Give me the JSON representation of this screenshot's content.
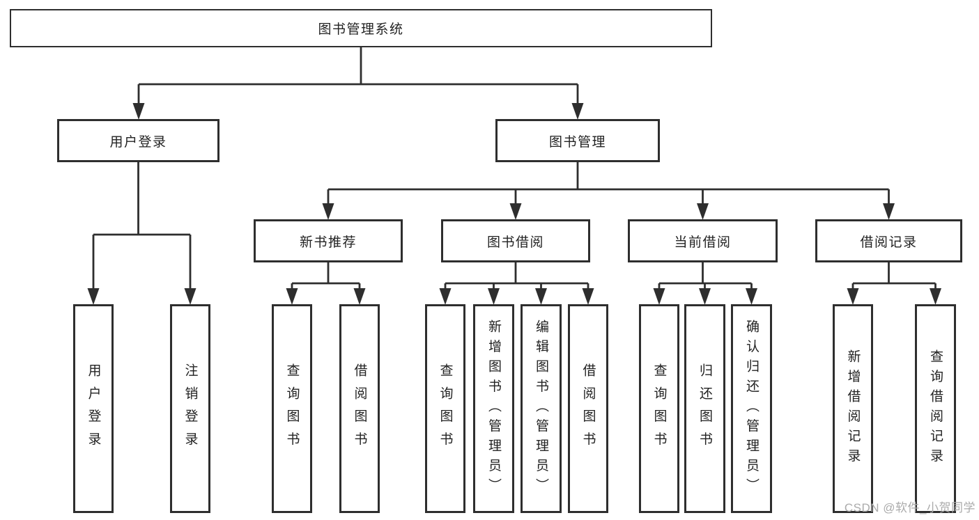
{
  "diagram": {
    "root": {
      "label": "图书管理系统"
    },
    "branches": [
      {
        "label": "用户登录",
        "children": [
          {
            "label": "用户登录"
          },
          {
            "label": "注销登录"
          }
        ]
      },
      {
        "label": "图书管理",
        "children": [
          {
            "label": "新书推荐",
            "children": [
              {
                "label": "查询图书"
              },
              {
                "label": "借阅图书"
              }
            ]
          },
          {
            "label": "图书借阅",
            "children": [
              {
                "label": "查询图书"
              },
              {
                "label": "新增图书（管理员）"
              },
              {
                "label": "编辑图书（管理员）"
              },
              {
                "label": "借阅图书"
              }
            ]
          },
          {
            "label": "当前借阅",
            "children": [
              {
                "label": "查询图书"
              },
              {
                "label": "归还图书"
              },
              {
                "label": "确认归还（管理员）"
              }
            ]
          },
          {
            "label": "借阅记录",
            "children": [
              {
                "label": "新增借阅记录"
              },
              {
                "label": "查询借阅记录"
              }
            ]
          }
        ]
      }
    ]
  },
  "watermark": {
    "text": "CSDN @软件_小贺同学"
  },
  "colors": {
    "line": "#2e2e2e",
    "box_border": "#2e2e2e",
    "box_fill": "#ffffff",
    "text": "#222222",
    "background": "#ffffff",
    "watermark": "#ababab"
  }
}
